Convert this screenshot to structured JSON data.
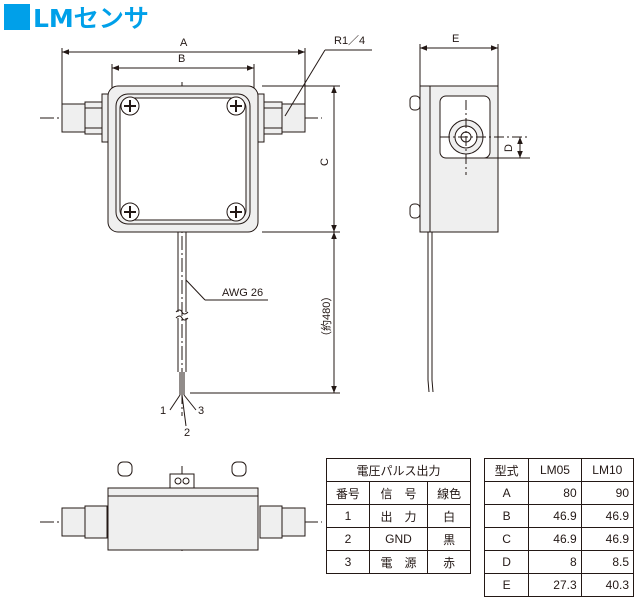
{
  "title": "■LMセンサ",
  "title_text": "LMセンサ",
  "dimensions": {
    "A": "A",
    "B": "B",
    "C": "C",
    "D": "D",
    "E": "E",
    "R": "R1／4",
    "cable_length": "（約480）",
    "wire": "AWG 26",
    "lead1": "1",
    "lead2": "2",
    "lead3": "3"
  },
  "pulse_table": {
    "caption": "電圧パルス出力",
    "headers": [
      "番号",
      "信　号",
      "線色"
    ],
    "rows": [
      [
        "1",
        "出　力",
        "白"
      ],
      [
        "2",
        "GND",
        "黒"
      ],
      [
        "3",
        "電　源",
        "赤"
      ]
    ]
  },
  "spec_table": {
    "headers": [
      "型式",
      "LM05",
      "LM10"
    ],
    "rows": [
      [
        "A",
        "80",
        "90"
      ],
      [
        "B",
        "46.9",
        "46.9"
      ],
      [
        "C",
        "46.9",
        "46.9"
      ],
      [
        "D",
        "8",
        "8.5"
      ],
      [
        "E",
        "27.3",
        "40.3"
      ]
    ]
  },
  "colors": {
    "accent": "#00a0e9",
    "line": "#231815",
    "body_fill": "#efefef"
  }
}
